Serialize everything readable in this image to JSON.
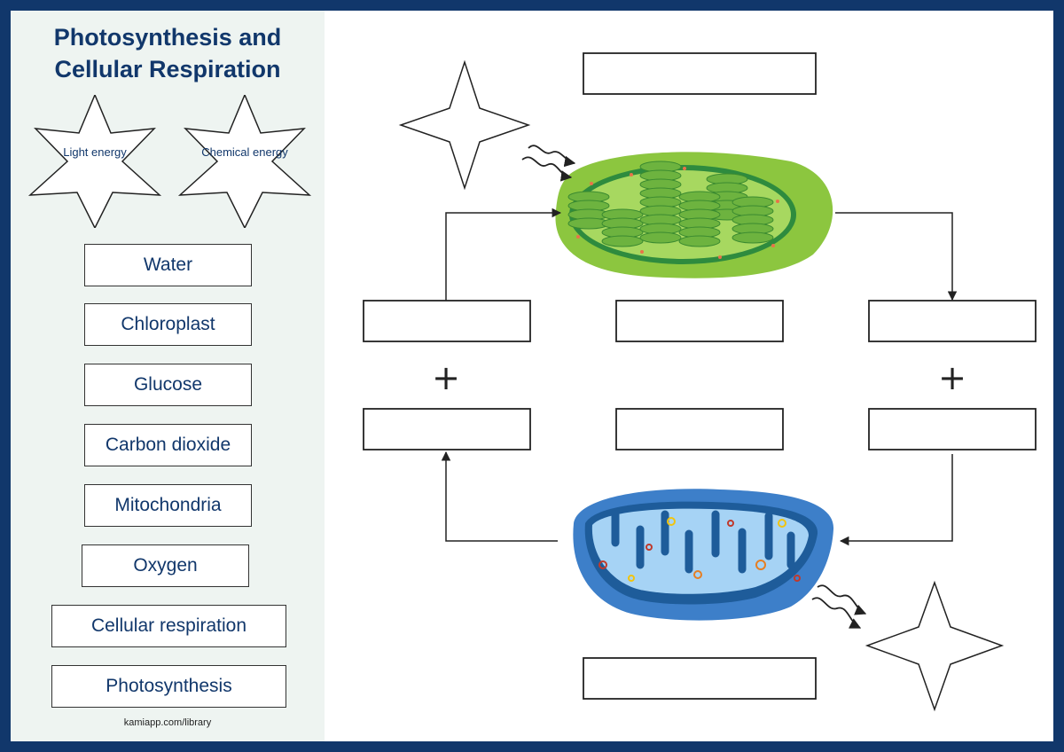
{
  "title": "Photosynthesis and Cellular Respiration",
  "energy_stars": [
    "Light energy",
    "Chemical energy"
  ],
  "word_bank": [
    "Water",
    "Chloroplast",
    "Glucose",
    "Carbon dioxide",
    "Mitochondria",
    "Oxygen",
    "Cellular respiration",
    "Photosynthesis"
  ],
  "footer": "kamiapp.com/library",
  "symbols": {
    "plus": "+"
  },
  "colors": {
    "navy": "#11376b",
    "chloroplast_green": "#8cc63f",
    "mitochondria_blue": "#3d7fc9"
  }
}
